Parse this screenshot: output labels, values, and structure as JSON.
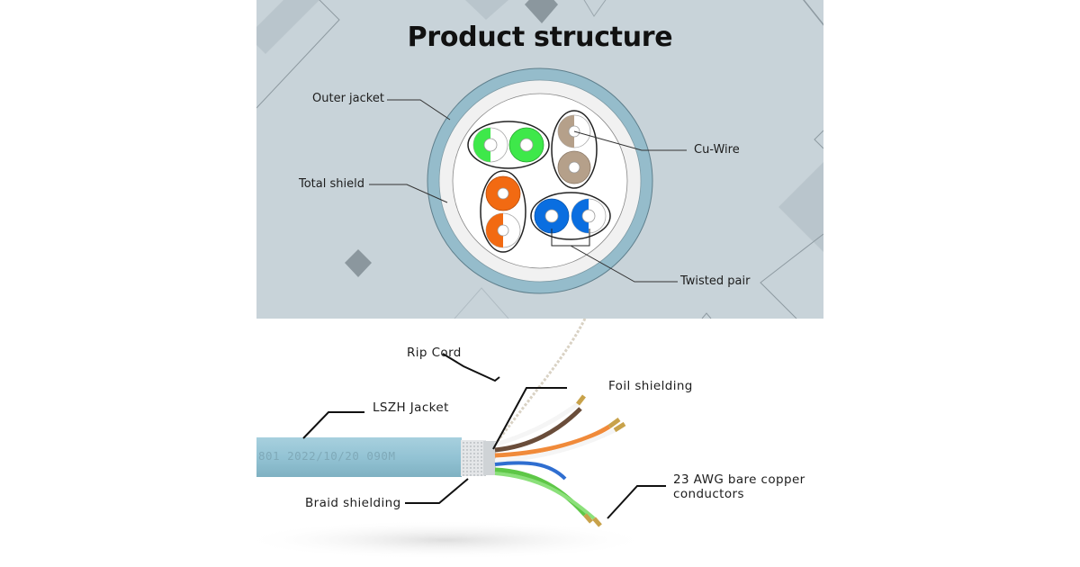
{
  "top_panel": {
    "title": "Product structure",
    "labels": {
      "outer_jacket": "Outer jacket",
      "total_shield": "Total shield",
      "cu_wire": "Cu-Wire",
      "twisted_pair": "Twisted pair"
    },
    "pair_colors": {
      "green": "#3ee84a",
      "brown": "#b5a08a",
      "orange": "#f26a12",
      "blue": "#0a6ee0"
    },
    "colors": {
      "background": "#c8d3d9",
      "jacket": "#95bccb",
      "shield": "#f1f1f1"
    }
  },
  "bottom_panel": {
    "labels": {
      "rip_cord": "Rip Cord",
      "foil_shielding": "Foil shielding",
      "lszh_jacket": "LSZH Jacket",
      "braid_shielding": "Braid shielding",
      "conductors_line1": "23 AWG bare copper",
      "conductors_line2": "conductors"
    },
    "jacket_print": "801 2022/10/20 090M",
    "colors": {
      "jacket": "#93c3d4"
    }
  }
}
